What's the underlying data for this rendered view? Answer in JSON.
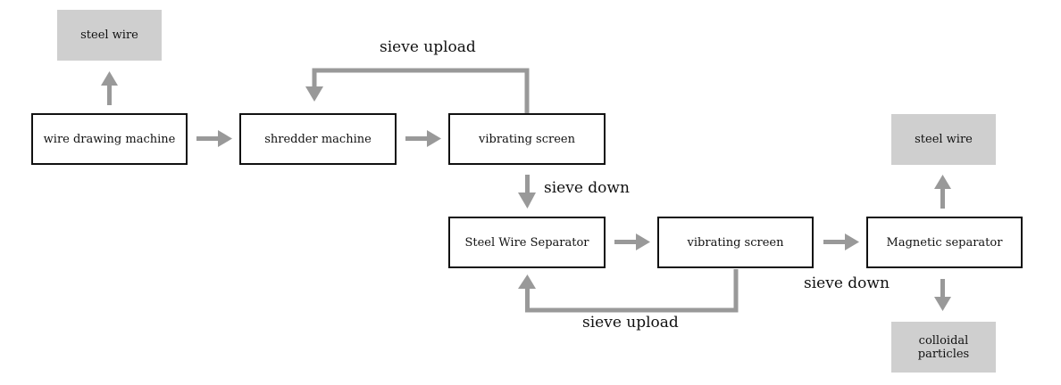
{
  "colors": {
    "arrow": "#999999",
    "output_fill": "#cfcfcf",
    "border": "#111111"
  },
  "outputs": {
    "steel_wire_1": "steel wire",
    "steel_wire_2": "steel wire",
    "colloidal": "colloidal particles"
  },
  "processes": {
    "wire_drawing": "wire drawing machine",
    "shredder": "shredder machine",
    "vibrating_1": "vibrating screen",
    "separator": "Steel Wire Separator",
    "vibrating_2": "vibrating screen",
    "magnetic": "Magnetic separator"
  },
  "labels": {
    "sieve_upload_1": "sieve upload",
    "sieve_down_1": "sieve down",
    "sieve_upload_2": "sieve upload",
    "sieve_down_2": "sieve down"
  }
}
